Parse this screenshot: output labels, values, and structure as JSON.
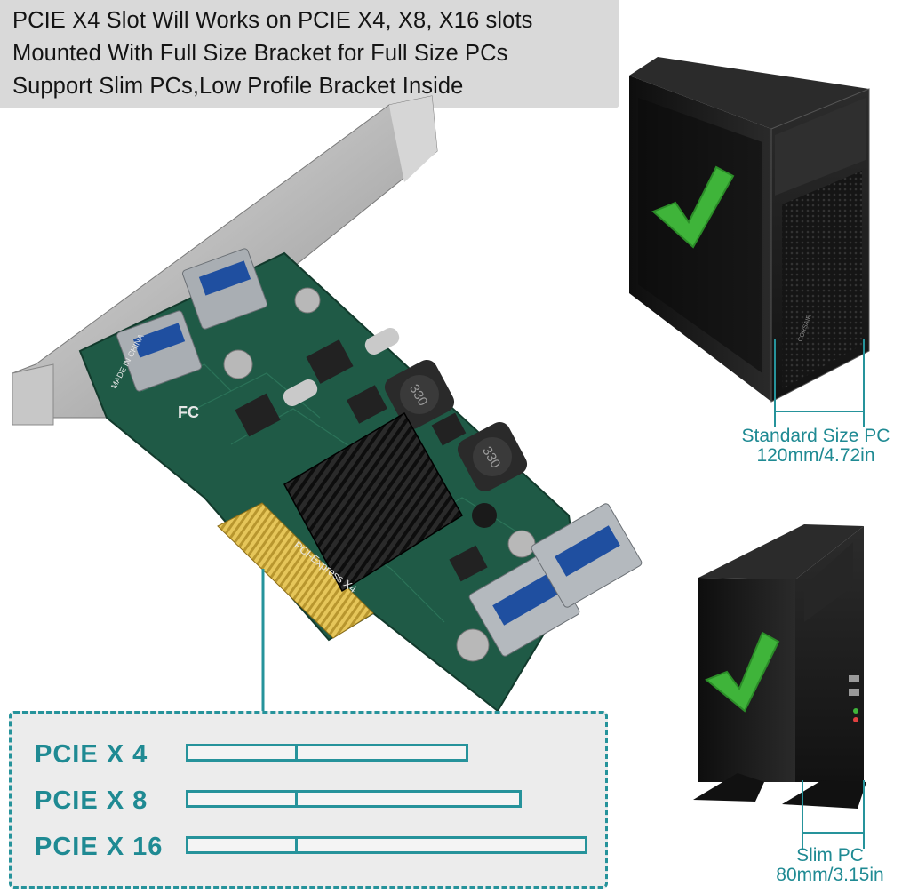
{
  "banner": {
    "line1": "PCIE X4 Slot Will Works on PCIE X4,  X8, X16 slots",
    "line2": "Mounted With Full Size Bracket for Full Size PCs",
    "line3": "Support Slim PCs,Low Profile Bracket Inside"
  },
  "card": {
    "silkscreen_product": "PCI-Express X4",
    "silkscreen_origin": "MADE IN CHINA",
    "inductor_marking": "330"
  },
  "standard_pc": {
    "label": "Standard Size PC",
    "width": "120mm/4.72in",
    "brand_badge": "CORSAIR"
  },
  "slim_pc": {
    "label": "Slim PC",
    "width": "80mm/3.15in"
  },
  "slots": [
    {
      "label": "PCIE X 4"
    },
    {
      "label": "PCIE X 8"
    },
    {
      "label": "PCIE X 16"
    }
  ],
  "colors": {
    "accent": "#26939b",
    "pcb": "#1f5a46",
    "check": "#3fb43a",
    "case": "#1b1b1b",
    "banner_bg": "#d9d9d9"
  }
}
